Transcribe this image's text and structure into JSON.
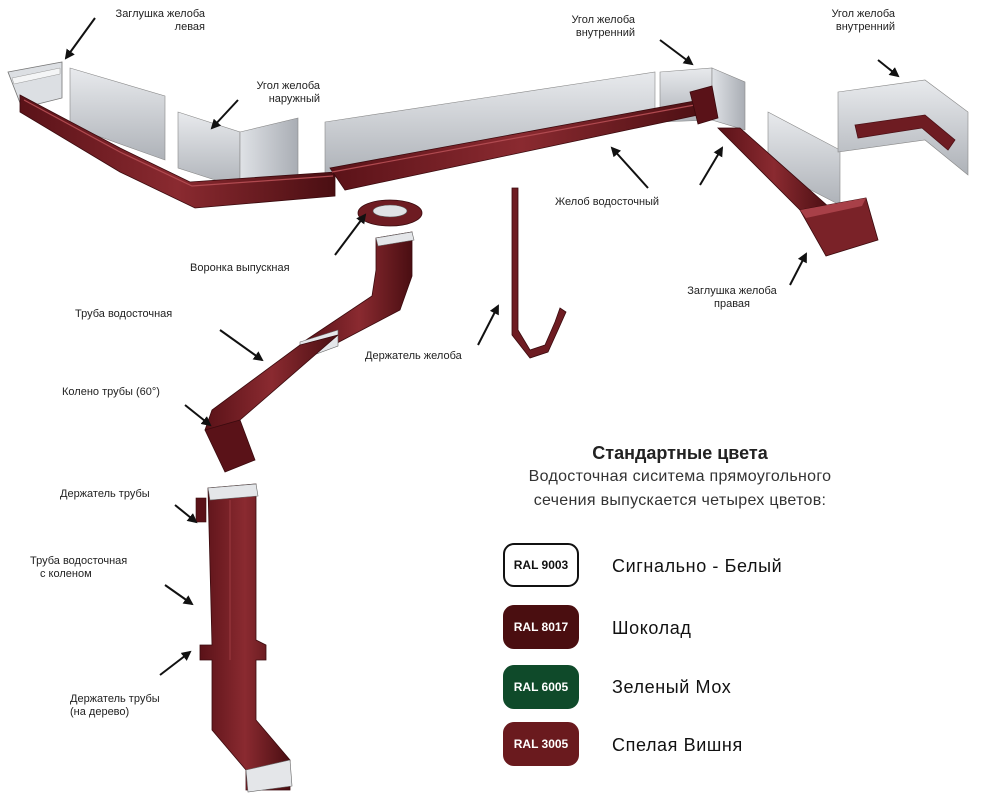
{
  "labels": {
    "zaglushka_levaya": [
      "Заглушка желоба",
      "левая"
    ],
    "ugol_naruzhny": [
      "Угол желоба",
      "наружный"
    ],
    "ugol_vnutrenny_1": [
      "Угол желоба",
      "внутренний"
    ],
    "ugol_vnutrenny_2": [
      "Угол желоба",
      "внутренний"
    ],
    "zhelob": [
      "Желоб водосточный"
    ],
    "voronka": [
      "Воронка выпускная"
    ],
    "zaglushka_pravaya": [
      "Заглушка желоба",
      "правая"
    ],
    "truba": [
      "Труба водосточная"
    ],
    "derzhatel_zheloba": [
      "Держатель желоба"
    ],
    "koleno": [
      "Колено трубы  (60°)"
    ],
    "derzhatel_truby": [
      "Держатель трубы"
    ],
    "truba_s_kolenom": [
      "Труба водосточная",
      "с коленом"
    ],
    "derzhatel_truby_derevo": [
      "Держатель трубы",
      "(на дерево)"
    ]
  },
  "legend": {
    "title": "Стандартные цвета",
    "description_line1": "Водосточная сиситема прямоугольного",
    "description_line2": "сечения выпускается четырех цветов:",
    "swatches": [
      {
        "code": "RAL 9003",
        "name": "Сигнально - Белый",
        "color": "#ffffff",
        "text_color": "#111111"
      },
      {
        "code": "RAL 8017",
        "name": "Шоколад",
        "color": "#4a0e10",
        "text_color": "#ffffff"
      },
      {
        "code": "RAL 6005",
        "name": "Зеленый Мох",
        "color": "#0f4a2a",
        "text_color": "#ffffff"
      },
      {
        "code": "RAL 3005",
        "name": "Спелая Вишня",
        "color": "#6a1a1e",
        "text_color": "#ffffff"
      }
    ]
  },
  "colors": {
    "product": "#6e1c22",
    "product_dark": "#4c1016",
    "metal": "#c9ccd1",
    "metal_light": "#e4e6e9",
    "arrow": "#111111"
  }
}
